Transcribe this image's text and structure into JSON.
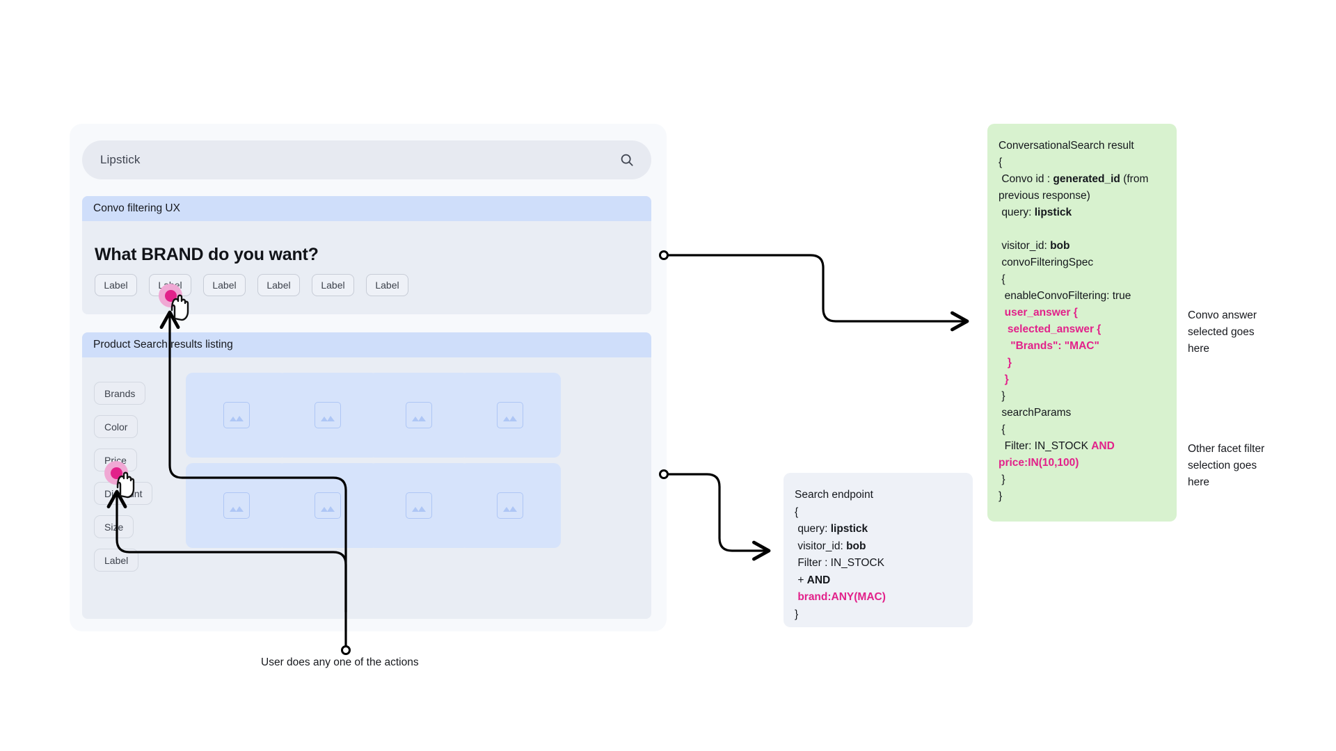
{
  "mock": {
    "search": {
      "value": "Lipstick",
      "icon": "search-icon"
    },
    "convo_section": {
      "header": "Convo filtering UX",
      "question": "What BRAND do you want?",
      "chips": [
        "Label",
        "Label",
        "Label",
        "Label",
        "Label",
        "Label"
      ]
    },
    "results_section": {
      "header": "Product Search results listing",
      "facets": [
        "Brands",
        "Color",
        "Price",
        "Discount",
        "Size",
        "Label"
      ],
      "product_count": 8,
      "product_placeholder_icon": "image-placeholder-icon"
    }
  },
  "convo_result": {
    "lines": [
      [
        {
          "t": "ConversationalSearch result"
        }
      ],
      [
        {
          "t": "{"
        }
      ],
      [
        {
          "t": " Convo id : "
        },
        {
          "t": "generated_id",
          "s": "b"
        },
        {
          "t": " (from previous response)"
        }
      ],
      [
        {
          "t": " query: "
        },
        {
          "t": "lipstick",
          "s": "b"
        }
      ],
      [
        {
          "t": ""
        }
      ],
      [
        {
          "t": " visitor_id: "
        },
        {
          "t": "bob",
          "s": "b"
        }
      ],
      [
        {
          "t": " convoFilteringSpec"
        }
      ],
      [
        {
          "t": " {"
        }
      ],
      [
        {
          "t": "  enableConvoFiltering: true"
        }
      ],
      [
        {
          "t": "  user_answer {",
          "s": "pink"
        }
      ],
      [
        {
          "t": "   selected_answer {",
          "s": "pink"
        }
      ],
      [
        {
          "t": "    \"Brands\": \"MAC\"",
          "s": "pink"
        }
      ],
      [
        {
          "t": "   }",
          "s": "pink"
        }
      ],
      [
        {
          "t": "  }",
          "s": "pink"
        }
      ],
      [
        {
          "t": " }"
        }
      ],
      [
        {
          "t": " searchParams"
        }
      ],
      [
        {
          "t": " {"
        }
      ],
      [
        {
          "t": "  Filter: IN_STOCK "
        },
        {
          "t": "AND price:IN(10,100)",
          "s": "pink"
        }
      ],
      [
        {
          "t": " }"
        }
      ],
      [
        {
          "t": "}"
        }
      ]
    ]
  },
  "search_endpoint": {
    "lines": [
      [
        {
          "t": "Search endpoint"
        }
      ],
      [
        {
          "t": "{"
        }
      ],
      [
        {
          "t": " query: "
        },
        {
          "t": "lipstick",
          "s": "b"
        }
      ],
      [
        {
          "t": " visitor_id: "
        },
        {
          "t": "bob",
          "s": "b"
        }
      ],
      [
        {
          "t": " Filter : IN_STOCK"
        }
      ],
      [
        {
          "t": " + "
        },
        {
          "t": "AND",
          "s": "b"
        }
      ],
      [
        {
          "t": " brand:ANY(MAC)",
          "s": "pink"
        }
      ],
      [
        {
          "t": "}"
        }
      ]
    ]
  },
  "notes": {
    "convo_answer": "Convo answer selected goes here",
    "other_facet": "Other facet filter selection goes here",
    "caption": "User does any one of the actions"
  },
  "colors": {
    "accent_pink": "#e2218a",
    "section_header": "#cfdefa",
    "panel_green": "#d8f2cf",
    "panel_grey": "#eef1f7",
    "card_blue": "#d6e3fb"
  }
}
